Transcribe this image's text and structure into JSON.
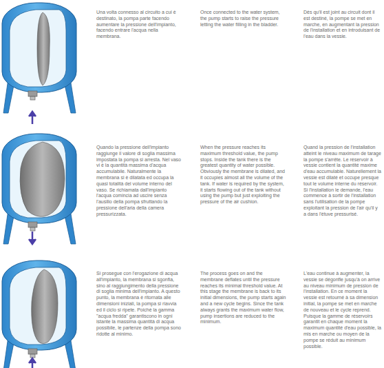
{
  "diagram": {
    "labels": [
      "Una volta connesso al circuito a cui è destinato, la pompa parte facendo aumentare la pressione dell'impianto, facendo entrare l'acqua nella membrana.",
      "Once connected to the water system, the pump starts to raise the pressure letting the water filling in the bladder.",
      "Dès qu'il est joint au circuit dont il est destiné, la pompe se met en marche, en augmentant la pression de l'installation et en introduisant de l'eau dans la vessie.",
      "Quando la pressione dell'impianto raggiunge il valore di soglia massima impostata la pompa si arresta. Nel vaso vi è la quantità massima d'acqua accumulabile. Naturalmente la membrana si è dilatata ed occupa la quasi totalità del volume interno del vaso. Se richiamata dall'impianto l'acqua comincia ad uscire senza l'ausilio della pompa sfruttando la pressione dell'aria della camera pressurizzata.",
      "When the pressure reaches its maximum threshold value, the pump stops. Inside the tank there is the greatest quantity of water possible. Obviously the membrane is dilated, and it occupies almost all the volume of the tank. If water is required by the system, it starts flowing out of the tank without using the pump but just exploiting the pressure of the air cushion.",
      "Quand la pression de l'installation atteint le niveau maximum de tarage la pompe s'arrête. Le réservoir à vessie contient la quantité maxime d'eau accumulable. Naturellement la vessie est dilaté et occupe presque tout le volume interne du réservoir. Si l'installation le demande, l'eau commence à sortir de l'installation sans l'utilisation de la pompe exploitant la pression de l'air qu'il y a dans l'étuve pressurisé.",
      "Si prosegue con l'erogazione di acqua all'impianto, la membrana si sgonfia, sino al raggiungimento della pressione di soglia minima dell'impianto. A questo punto, la membrana è ritornata alle dimensioni iniziali, la pompa si riavvia ed il ciclo si ripete. Poichè la gamma \"acqua fredda\" garantiscono in ogni istante la massima quantità di acqua possibile, le partenze della pompa sono ridotte al minimo.",
      "The process goes on and the membrane deflates until the pressure reaches its minimal threshold value. At this stage the membrane is back to its initial dimensions, the pump starts again and a new cycle begins. Since the tank always grants the maximum water flow, pump insertions are reduced to the minimum.",
      "L'eau continue à augmenter, la vessie se dégonfle jusqu'à on arrive au niveau minimum de pression de l'installation. En ce moment la vessie est retourné à sa dimension initial, la pompe se met en marche de nouveau et le cycle reprend. Puisque la gamme de réservoirs garantit en chaque moment la maximum quantité d'eau possible, la mis en marche ou moyen de la pompe se réduit au minimum possible."
    ]
  }
}
